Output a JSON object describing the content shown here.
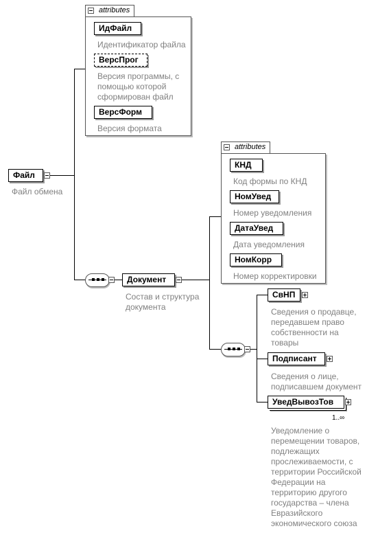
{
  "root": {
    "name": "Файл",
    "description": "Файл обмена"
  },
  "file_attributes": {
    "tab_label": "attributes",
    "items": [
      {
        "name": "ИдФайл",
        "description": "Идентификатор файла"
      },
      {
        "name": "ВерсПрог",
        "description": "Версия программы, с помощью которой сформирован файл"
      },
      {
        "name": "ВерсФорм",
        "description": "Версия формата"
      }
    ]
  },
  "document": {
    "name": "Документ",
    "description": "Состав и структура документа"
  },
  "document_attributes": {
    "tab_label": "attributes",
    "items": [
      {
        "name": "КНД",
        "description": "Код формы по КНД"
      },
      {
        "name": "НомУвед",
        "description": "Номер уведомления"
      },
      {
        "name": "ДатаУвед",
        "description": "Дата уведомления"
      },
      {
        "name": "НомКорр",
        "description": "Номер корректировки"
      }
    ]
  },
  "document_children": [
    {
      "name": "СвНП",
      "description": "Сведения о продавце, передавшем право собственности на товары"
    },
    {
      "name": "Подписант",
      "description": "Сведения о лице, подписавшем документ"
    },
    {
      "name": "УведВывозТов",
      "cardinality": "1..∞",
      "description": "Уведомление о перемещении товаров, подлежащих прослеживаемости, с территории Российской Федерации на территорию другого государства – члена Евразийского экономического союза"
    }
  ]
}
